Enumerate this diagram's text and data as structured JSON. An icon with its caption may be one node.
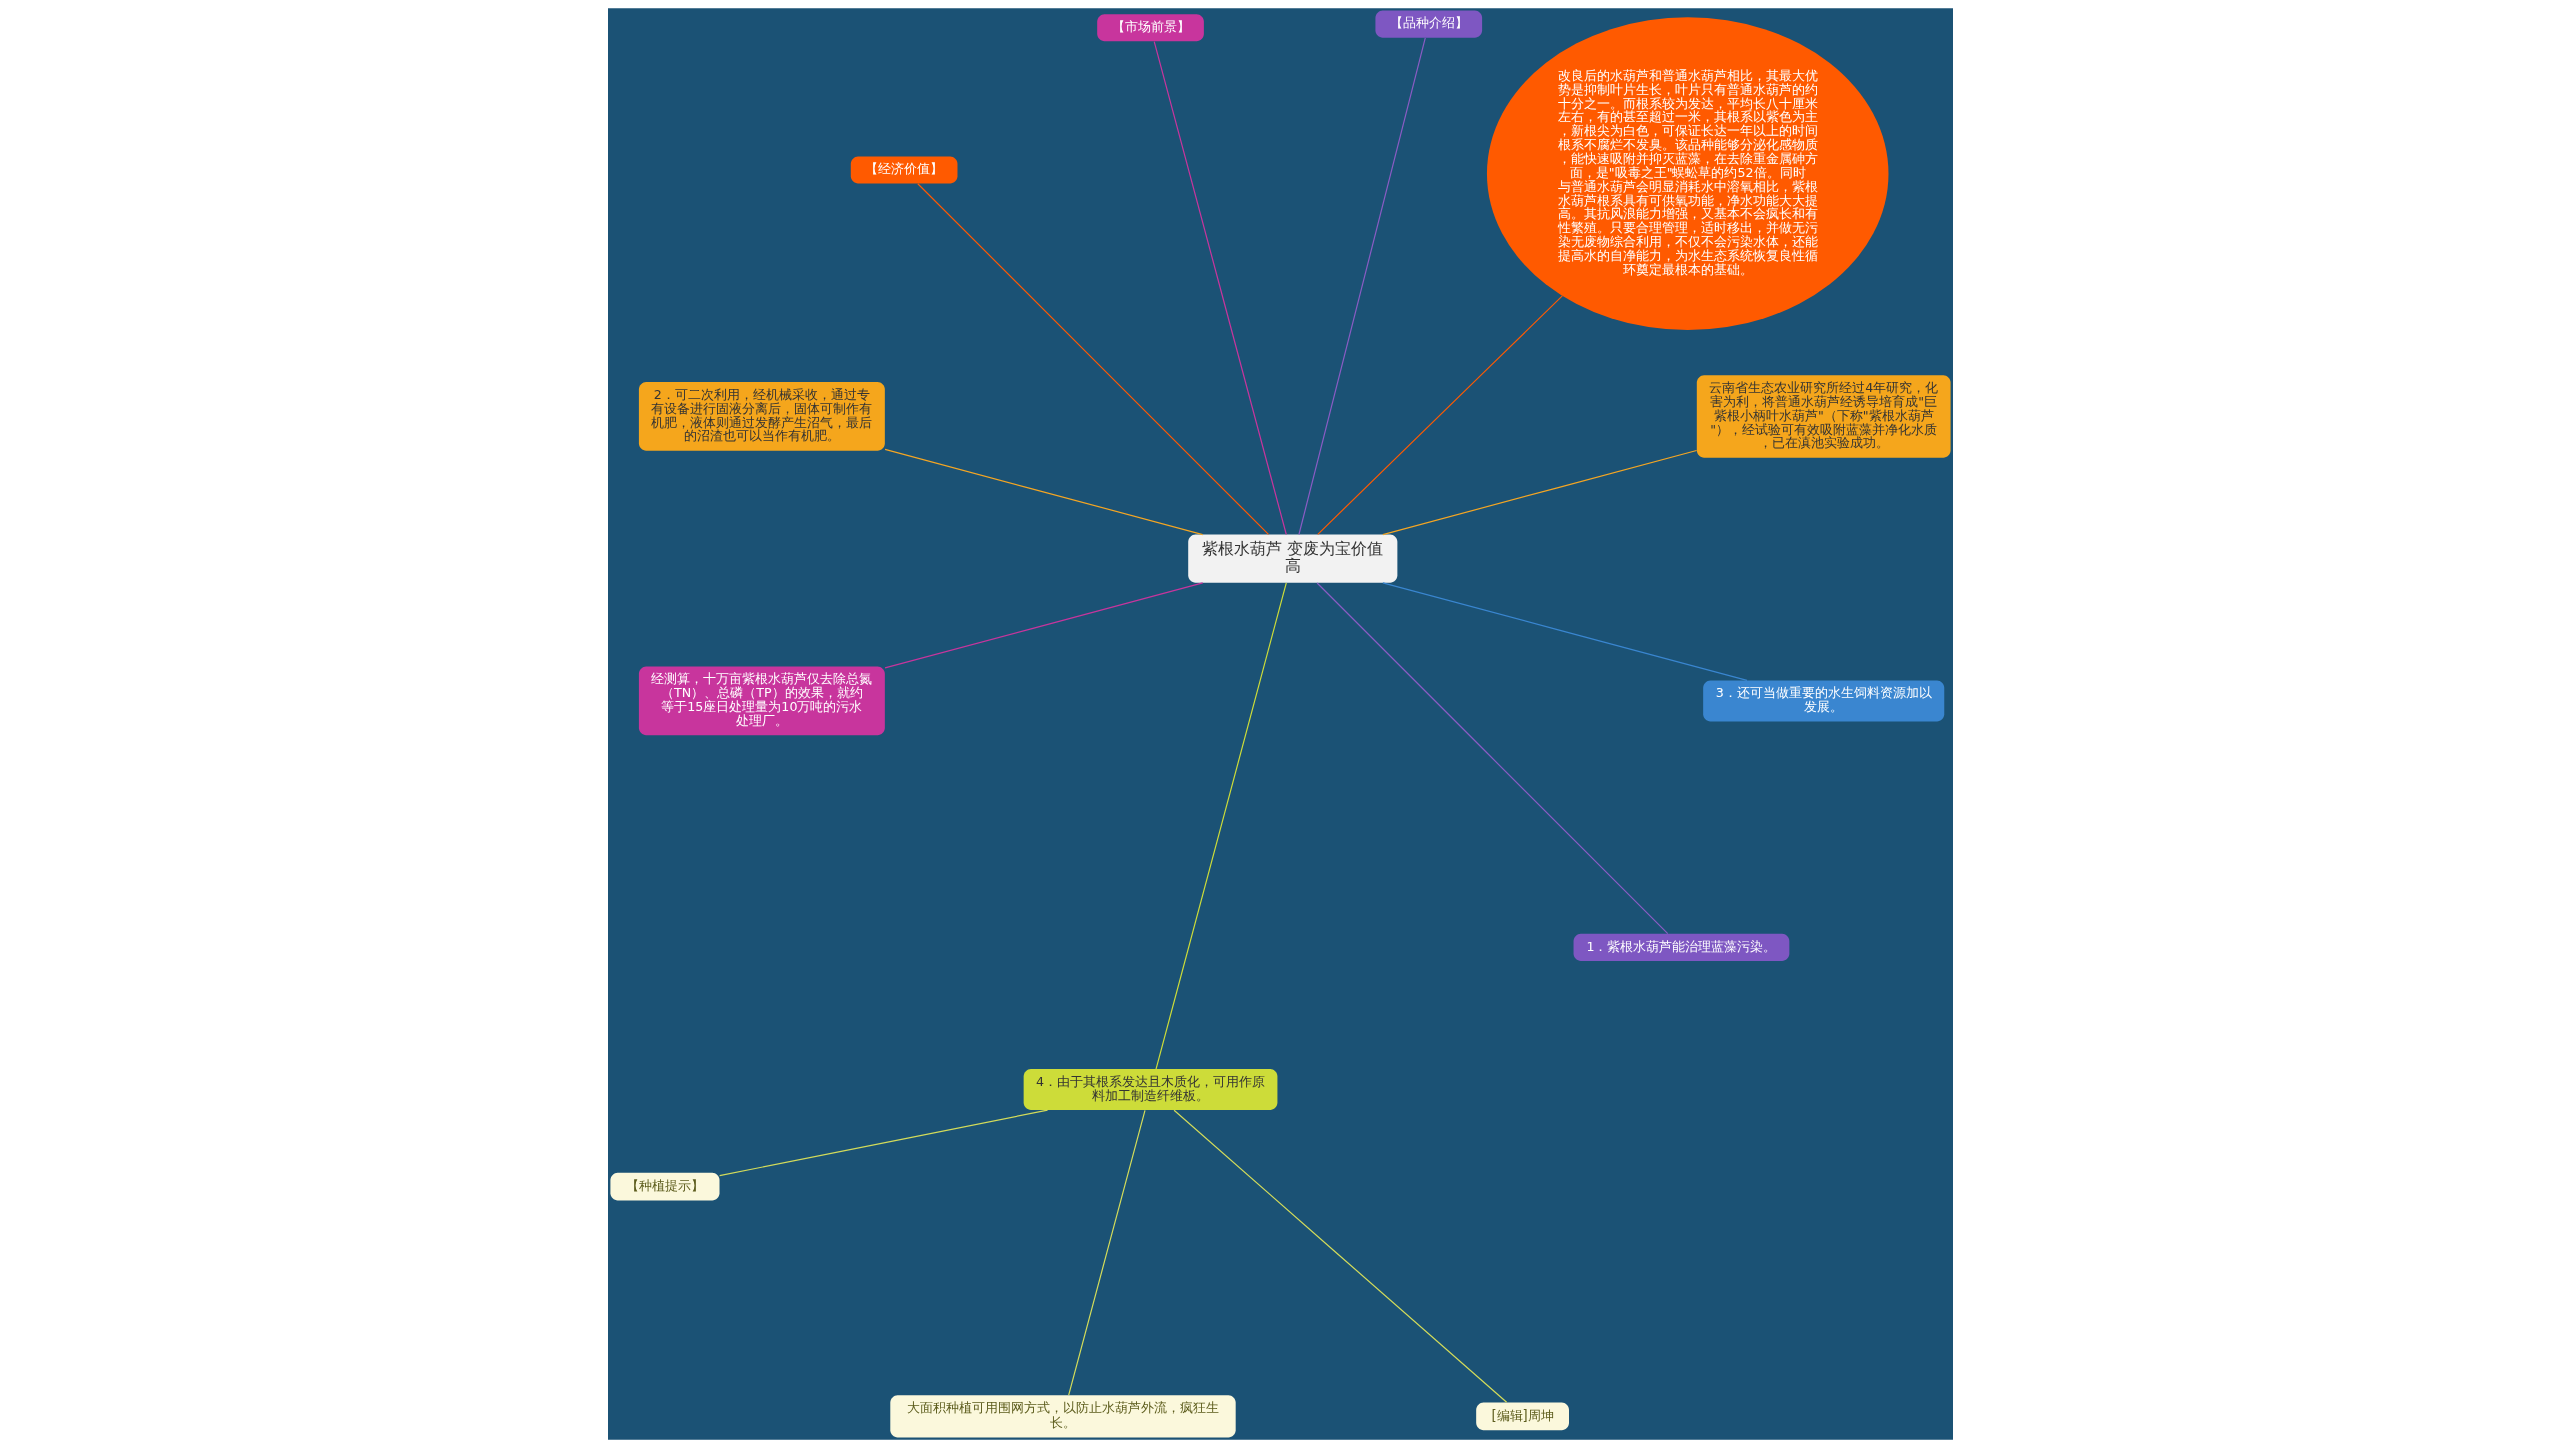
{
  "diagram": {
    "nodes": [
      {
        "text": [
          "紫根水葫芦 变废为宝价值高"
        ]
      },
      {
        "text": [
          "云南省生态农业研究所经过4年研究，化害为利，将普通水葫芦经诱导培育成\"巨紫根小柄叶水葫芦\"（下称\"紫根水葫芦\"），经试验可有效吸附蓝藻并净化水质，已在滇池实验成功。"
        ]
      },
      {
        "text": [
          "改良后的水葫芦和普通水葫芦相比，其最大优势是抑制叶片生长，叶片只有普通水葫芦的约十分之一。而根系较为发达，平均长八十厘米左右，有的甚至超过一米，其根系以紫色为主，新根尖为白色，可保证长达一年以上的时间根系不腐烂不发臭。该品种能够分泌化感物质，能快速吸附并抑灭蓝藻，在去除重金属砷方面，是\"吸毒之王\"蜈蚣草的约52倍。同时与普通水葫芦会明显消耗水中溶氧相比，紫根水葫芦根系具有可供氧功能，净水功能大大提高。其抗风浪能力增强，又基本不会疯长和有性繁殖。只要合理管理，适时移出，并做无污染无废物综合利用，不仅不会污染水体，还能提高水的自净能力，为水生态系统恢复良性循环奠定最根本的基础。"
        ]
      },
      {
        "text": [
          "【品种介绍】"
        ]
      },
      {
        "text": [
          "【市场前景】"
        ]
      },
      {
        "text": [
          "【经济价值】"
        ]
      },
      {
        "text": [
          "2．可二次利用，经机械采收，通过专有设备进行固液分离后，固体可制作有机肥，液体则通过发酵产生沼气，最后的沼渣也可以当作有机肥。"
        ]
      },
      {
        "text": [
          "经测算，十万亩紫根水葫芦仅去除总氮（TN）、总磷（TP）的效果，就约等于15座日处理量为10万吨的污水处理厂。"
        ]
      },
      {
        "text": [
          "4．由于其根系发达且木质化，可用作原料加工制造纤维板。"
        ]
      },
      {
        "text": [
          "【种植提示】"
        ]
      },
      {
        "text": [
          "大面积种植可用围网方式，以防止水葫芦外流，疯狂生长。"
        ]
      },
      {
        "text": [
          "[编辑]周坤"
        ]
      },
      {
        "text": [
          "1．紫根水葫芦能治理蓝藻污染。"
        ]
      },
      {
        "text": [
          "3．还可当做重要的水生饲料资源加以发展。"
        ]
      }
    ],
    "edges": [
      {
        "from": 0,
        "to": 1,
        "arrow": "none",
        "color": "#f5a623"
      },
      {
        "from": 0,
        "to": 2,
        "arrow": "none",
        "color": "#ff5a00"
      },
      {
        "from": 0,
        "to": 3,
        "arrow": "none",
        "color": "#8a5cc4"
      },
      {
        "from": 0,
        "to": 4,
        "arrow": "none",
        "color": "#c8359d"
      },
      {
        "from": 0,
        "to": 5,
        "arrow": "none",
        "color": "#ff5a00"
      },
      {
        "from": 0,
        "to": 6,
        "arrow": "none",
        "color": "#f5a623"
      },
      {
        "from": 0,
        "to": 7,
        "arrow": "none",
        "color": "#c8359d"
      },
      {
        "from": 0,
        "to": 8,
        "arrow": "none",
        "color": "#cddc39"
      },
      {
        "from": 0,
        "to": 12,
        "arrow": "none",
        "color": "#8a5cc4"
      },
      {
        "from": 0,
        "to": 13,
        "arrow": "none",
        "color": "#3a86d0"
      },
      {
        "from": 8,
        "to": 9,
        "arrow": "none",
        "color": "#d4dc5a"
      },
      {
        "from": 8,
        "to": 10,
        "arrow": "none",
        "color": "#d4dc5a"
      },
      {
        "from": 8,
        "to": 11,
        "arrow": "none",
        "color": "#d4dc5a"
      }
    ]
  }
}
